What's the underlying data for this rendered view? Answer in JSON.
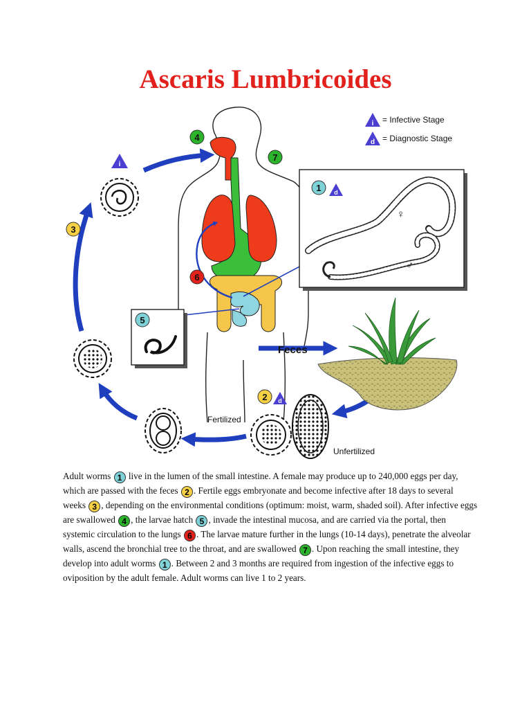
{
  "title": "Ascaris Lumbricoides",
  "legend": {
    "infective_symbol": "i",
    "infective_label": "= Infective Stage",
    "diagnostic_symbol": "d",
    "diagnostic_label": "= Diagnostic Stage"
  },
  "stages": {
    "s1": "1",
    "s2": "2",
    "s3": "3",
    "s4": "4",
    "s5": "5",
    "s6": "6",
    "s7": "7"
  },
  "labels": {
    "feces": "Feces",
    "fertilized": "Fertilized",
    "unfertilized": "Unfertilized",
    "female_symbol": "♀",
    "male_symbol": "♂"
  },
  "colors": {
    "title": "#e2211c",
    "arrow": "#1f3fbf",
    "stage_cyan": "#7fd3d8",
    "stage_yellow": "#f7d046",
    "stage_green": "#2bb32b",
    "stage_red": "#e2211c",
    "lung_red": "#ee3b1c",
    "stomach_green": "#3bbf3b",
    "intestine_yellow": "#f6c64a",
    "intestine_cyan": "#8fd6e0",
    "legend_purple": "#4a3fd0",
    "soil": "#c9c07a"
  },
  "caption": {
    "p1": "Adult worms ",
    "p2": " live in the lumen of the small intestine. A female may produce up to 240,000 eggs per day, which are passed with the feces ",
    "p3": ". Fertile eggs embryonate and become infective after 18 days to several weeks ",
    "p4": ", depending on the environmental conditions (optimum: moist, warm, shaded soil). After infective eggs are swallowed ",
    "p5": ", the larvae hatch ",
    "p6": ", invade the intestinal mucosa, and are carried via the portal, then systemic circulation to the lungs ",
    "p7": ". The larvae mature further in the lungs (10-14 days), penetrate the alveolar walls, ascend the bronchial tree to the throat, and are swallowed ",
    "p8": ". Upon reaching the small intestine, they develop into adult worms ",
    "p9": ". Between 2 and 3 months are required from ingestion of the infective eggs to oviposition by the adult female. Adult worms can live 1 to 2 years."
  }
}
